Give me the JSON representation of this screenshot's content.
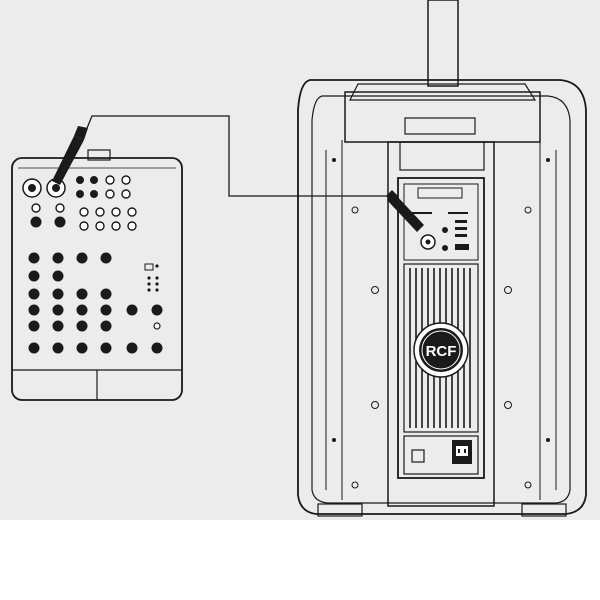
{
  "diagram": {
    "brand_logo": "RCF",
    "colors": {
      "background_panel": "#ececec",
      "page": "#ffffff",
      "ink": "#1a1a1a",
      "device_fill": "#ffffff"
    },
    "icons": [
      "mixer-device",
      "speaker-cabinet",
      "xlr-cable",
      "speaker-pole",
      "rcf-logo",
      "power-inlet"
    ]
  }
}
